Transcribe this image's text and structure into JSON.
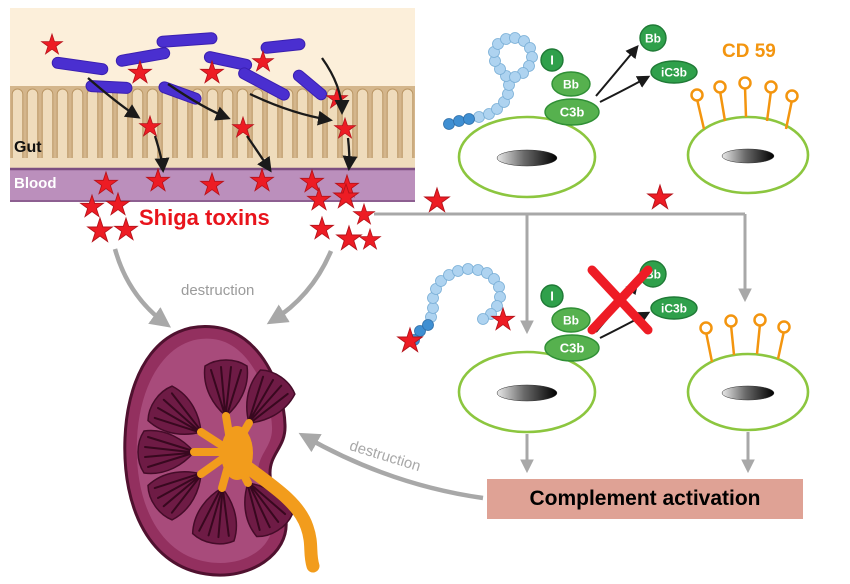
{
  "gut_panel": {
    "gut_label": "Gut",
    "blood_label": "Blood"
  },
  "labels": {
    "shiga_toxins": "Shiga toxins",
    "destruction_kidney": "destruction",
    "destruction_complement": "destruction",
    "cd59": "CD 59",
    "complement_activation": "Complement activation"
  },
  "molecules": {
    "factor_i": "I",
    "bb": "Bb",
    "c3b": "C3b",
    "bb_released": "Bb",
    "ic3b": "iC3b"
  },
  "colors": {
    "toxin_star_red": "#ed1c24",
    "bacteria_purple": "#4a2fd0",
    "cell_membrane_green": "#8cc63f",
    "complement_green": "#56b14e",
    "complement_green_dark": "#2fa04b",
    "factor_h_blue": "#aed3f0",
    "cd59_orange": "#f3950f",
    "kidney_maroon": "#93305f",
    "renal_pelvis_orange": "#f29c1c",
    "blood_band_purple": "#bb8fbc",
    "complement_box_bg": "#dfa295",
    "arrow_gray": "#a8a8a8",
    "inhibition_red": "#ee1c25"
  }
}
